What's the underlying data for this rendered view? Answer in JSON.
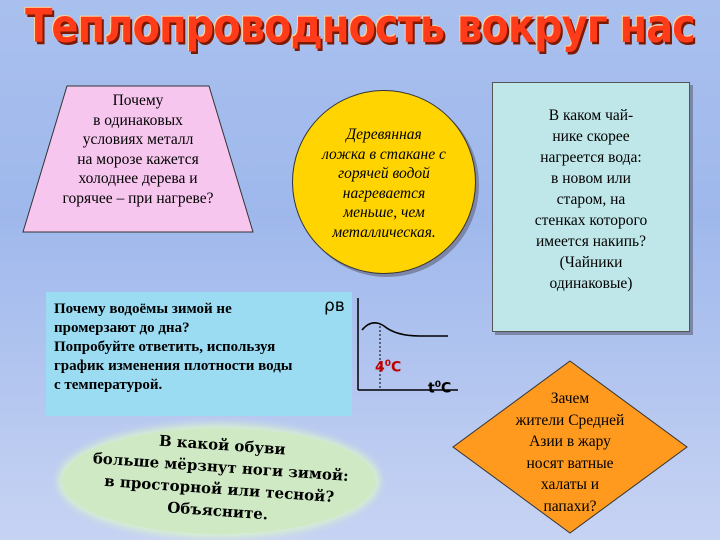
{
  "title": "Теплопроводность вокруг нас",
  "trapezoid": {
    "lines": [
      "Почему",
      "в одинаковых",
      "условиях металл",
      "на морозе кажется",
      "холоднее дерева и",
      "горячее – при нагреве?"
    ]
  },
  "circle": {
    "lines": [
      "Деревянная",
      "ложка в стакане с",
      "горячей водой",
      "нагревается",
      "меньше, чем",
      "металлическая."
    ]
  },
  "teapot": {
    "lines": [
      "В каком чай-",
      "нике скорее",
      "нагреется вода:",
      "в новом или",
      "старом, на",
      "стенках которого",
      "имеется накипь?",
      "(Чайники",
      "одинаковые)"
    ]
  },
  "water": {
    "lines": [
      "Почему водоёмы зимой не",
      "промерзают до дна?",
      "Попробуйте ответить, используя",
      "график изменения плотности воды",
      "с температурой."
    ]
  },
  "graph": {
    "y_label": "ρв",
    "marker_label": "4",
    "marker_unit": "C",
    "x_label": "t",
    "x_unit": "C",
    "degree_sup": "0"
  },
  "ellipse": {
    "lines": [
      "В какой обуви",
      "больше мёрзнут ноги зимой:",
      "в просторной или тесной?",
      "Объясните."
    ]
  },
  "diamond": {
    "lines": [
      "Зачем",
      "жители Средней",
      "Азии в жару",
      "носят ватные",
      "халаты и",
      "папахи?"
    ]
  },
  "colors": {
    "background": "#a9c0ee",
    "title": "#ff3b1a",
    "trapezoid": "#f7c6ef",
    "circle": "#ffd400",
    "teapot": "#bfe6e8",
    "water": "#9bdcf2",
    "ellipse": "#cfe9c4",
    "diamond": "#ff9a1f",
    "marker": "#c00000"
  }
}
